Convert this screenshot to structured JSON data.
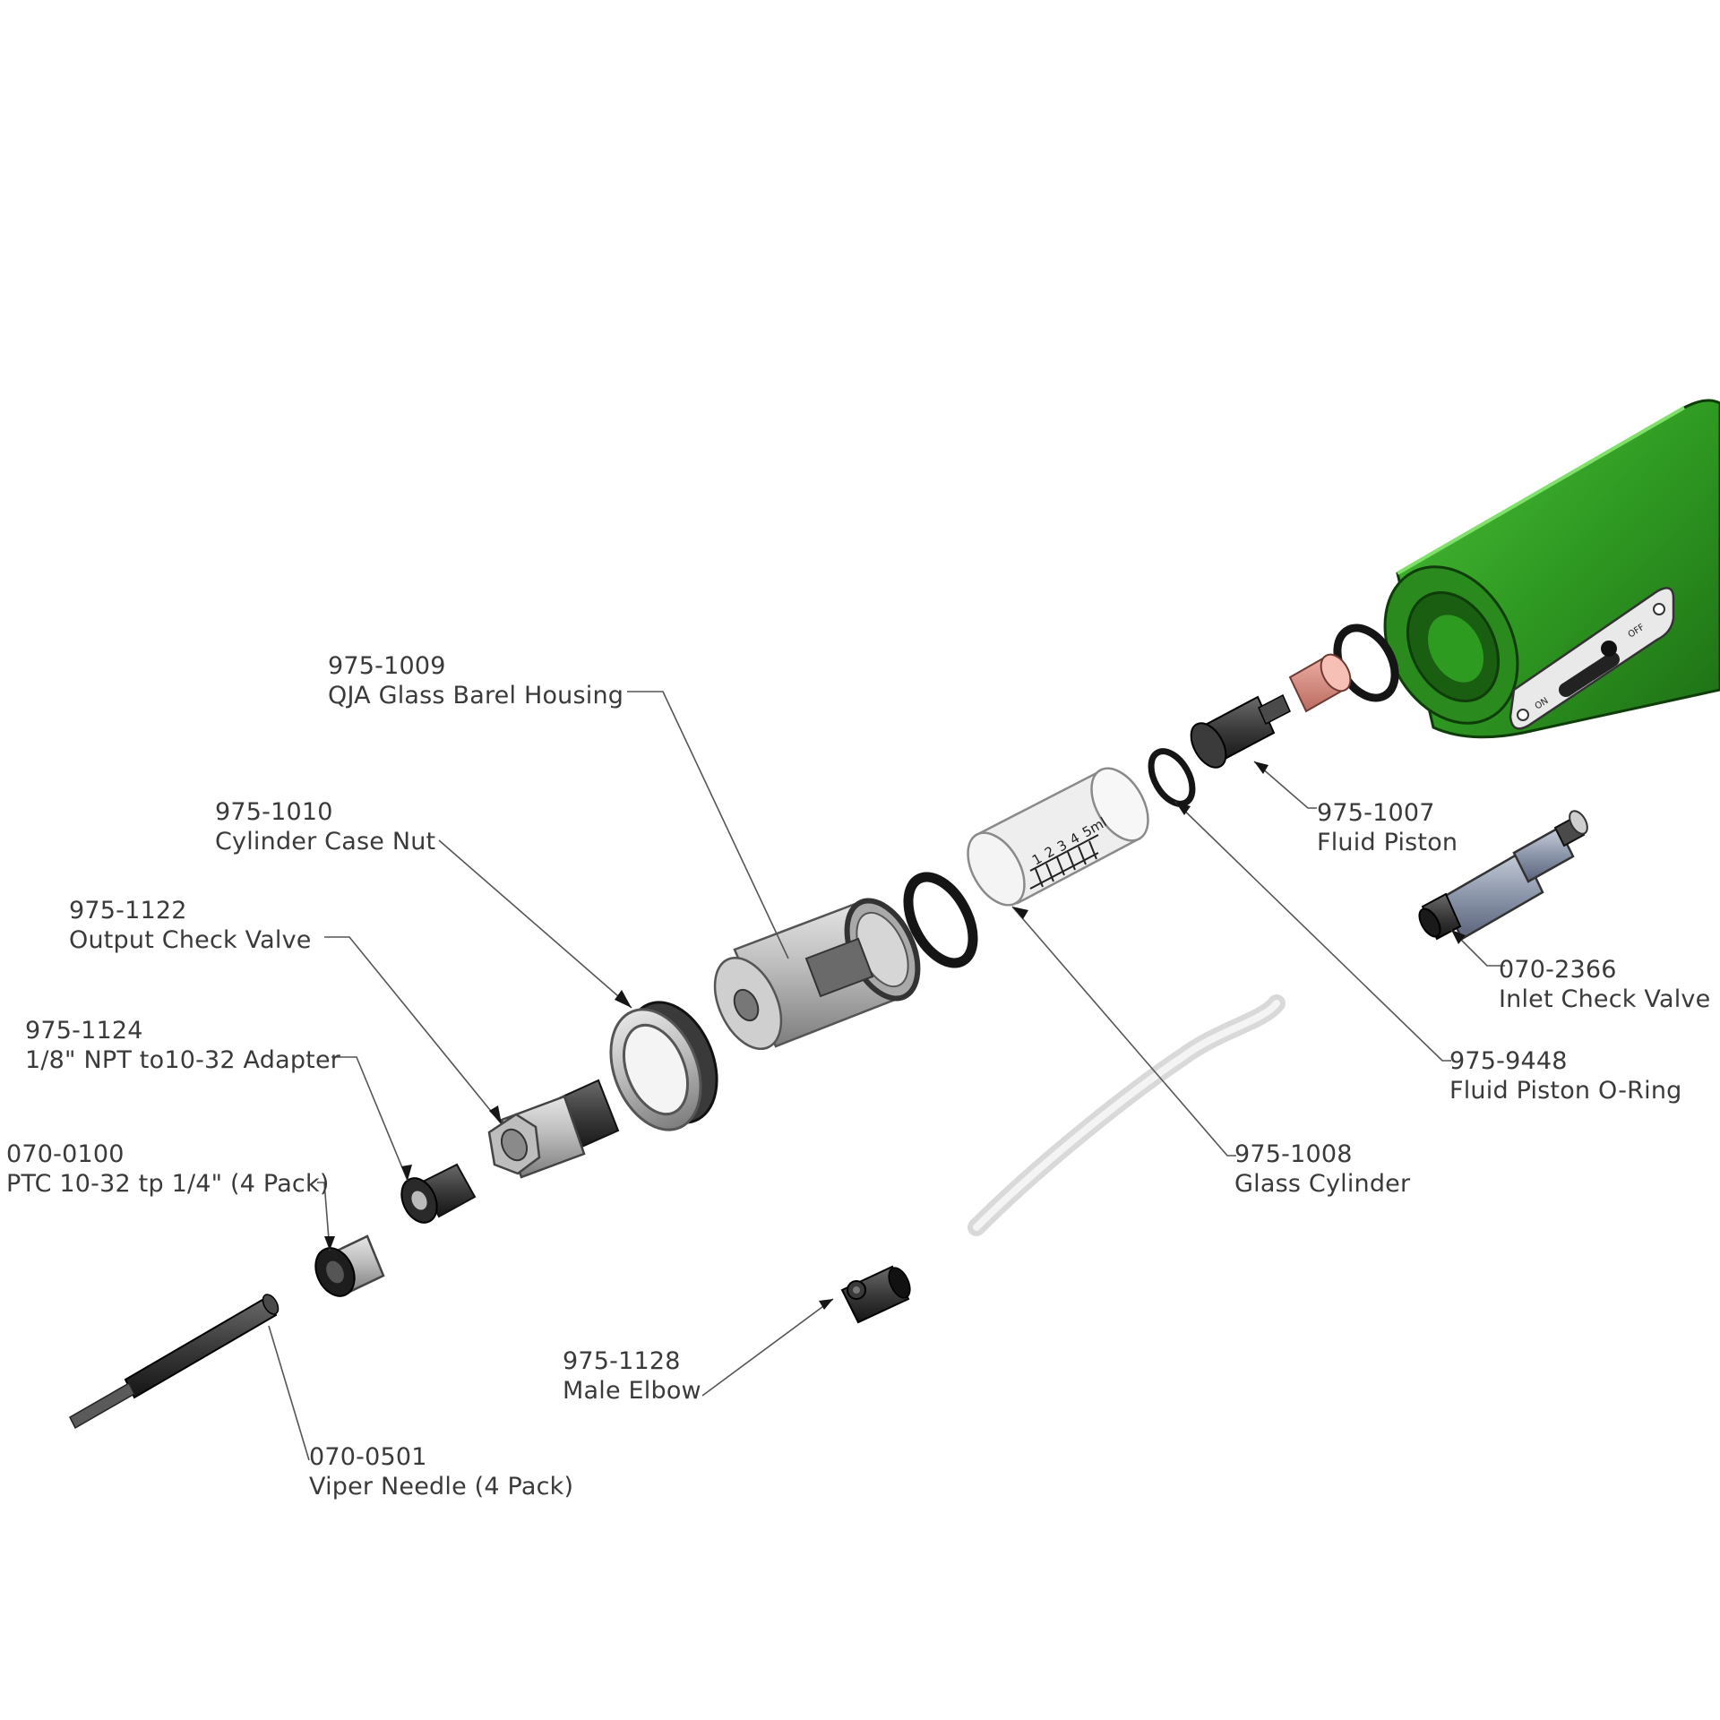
{
  "diagram": {
    "colors": {
      "body_green": "#2f9a22",
      "metal_grey": "#bdbdbd",
      "dark_part": "#3a3a3a",
      "piston_red": "#d98a7e",
      "oring_black": "#151515",
      "leader": "#555555",
      "text": "#3a3a3a"
    },
    "parts": [
      {
        "key": "qja_housing",
        "number": "975-1009",
        "name": "QJA Glass Barel Housing"
      },
      {
        "key": "case_nut",
        "number": "975-1010",
        "name": "Cylinder Case Nut"
      },
      {
        "key": "output_valve",
        "number": "975-1122",
        "name": "Output Check Valve"
      },
      {
        "key": "adapter",
        "number": "975-1124",
        "name": "1/8\" NPT to10-32 Adapter"
      },
      {
        "key": "ptc",
        "number": "070-0100",
        "name": "PTC 10-32 tp 1/4\" (4 Pack)"
      },
      {
        "key": "needle",
        "number": "070-0501",
        "name": "Viper Needle (4 Pack)"
      },
      {
        "key": "elbow",
        "number": "975-1128",
        "name": "Male Elbow"
      },
      {
        "key": "glass_cylinder",
        "number": "975-1008",
        "name": "Glass Cylinder"
      },
      {
        "key": "piston_oring",
        "number": "975-9448",
        "name": "Fluid Piston O-Ring"
      },
      {
        "key": "inlet_valve",
        "number": "070-2366",
        "name": "Inlet Check Valve"
      },
      {
        "key": "fluid_piston",
        "number": "975-1007",
        "name": "Fluid Piston"
      }
    ],
    "cylinder_scale": [
      "1",
      "2",
      "3",
      "4",
      "5ml"
    ],
    "switch_labels": {
      "on": "ON",
      "off": "OFF"
    }
  }
}
